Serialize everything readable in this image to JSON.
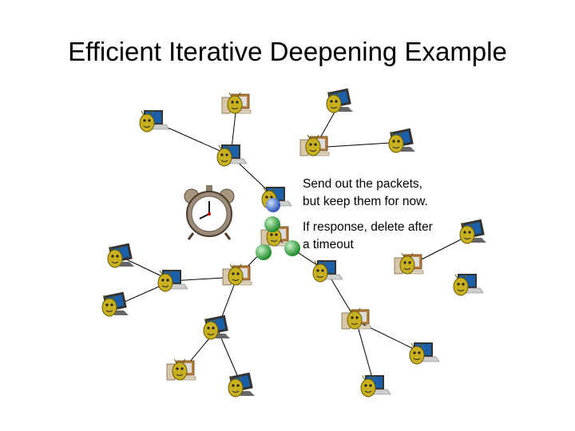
{
  "slide": {
    "title": "Efficient Iterative Deepening Example",
    "note_1_lines": [
      "Send out the packets,",
      "but keep them for now."
    ],
    "note_2_lines": [
      "If response, delete after",
      "a timeout"
    ]
  },
  "colors": {
    "link": "#000000",
    "monitor_frame": "#333333",
    "screen": "#1a5fa8",
    "bug": "#c9b020",
    "bug_face": "#6b6b00",
    "packet_sent": "#3a6fd0",
    "packet_held": "#2f9f3a",
    "clock_body": "#9a8b7a",
    "clock_face": "#ffffff"
  },
  "icons": {
    "node": "computer-node-icon",
    "clock": "alarm-clock-icon",
    "packet": "packet-sphere-icon"
  }
}
